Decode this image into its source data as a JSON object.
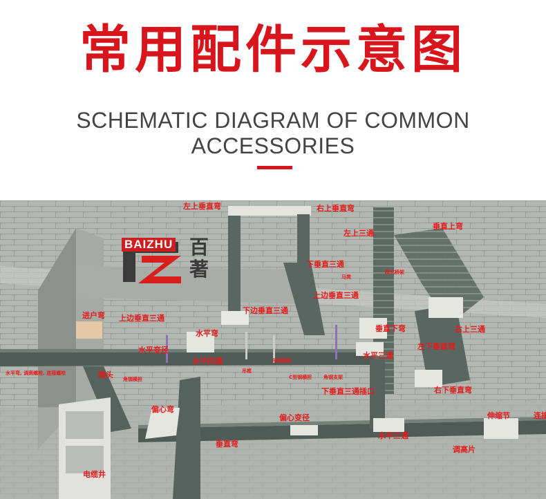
{
  "header": {
    "title": "常用配件示意图",
    "subtitle": "SCHEMATIC DIAGRAM OF COMMON ACCESSORIES",
    "accent_color": "#d8141c"
  },
  "brand": {
    "name_en": "BAIZHU",
    "name_cn": "百著"
  },
  "labels": {
    "top_left_vertical_bend": "左上垂直弯",
    "top_right_vertical_bend": "右上垂直弯",
    "top_left_tee": "左上三通",
    "vertical_up_bend": "垂直上弯",
    "vertical_down_tee": "下垂直三通",
    "horse_stool": "马凳",
    "ladder_tray": "梯式桥架",
    "top_side_vertical_tee": "上边垂直三通",
    "bottom_side_vertical_tee": "下边垂直三通",
    "wall_entry_bend": "进户弯",
    "top_side_vertical_tee_2": "上边垂直三通",
    "horizontal_bend": "水平弯",
    "horizontal_reducer": "水平变径",
    "horizontal_cross": "水平四通",
    "vertical_down_bend": "垂直下弯",
    "top_right_tee": "右上三通",
    "bottom_left_vertical_bend": "左下垂直弯",
    "horizontal_tee": "水平三通",
    "end_cap": "端头",
    "angle_steel_bracket": "角钢横担",
    "hanger": "吊框",
    "c_steel_bracket": "C型钢横担",
    "angle_steel_support": "角钢支架",
    "vertical_down_tee_insert": "下垂直三通插口",
    "bottom_right_vertical_bend": "右下垂直弯",
    "offset_bend": "偏心弯",
    "offset_reducer": "偏心变径",
    "vertical_bend": "垂直弯",
    "horizontal_tee_2": "水平三通",
    "expansion_joint": "伸缩节",
    "adjust_plate": "调高片",
    "cable_shaft": "电缆井",
    "connector": "连接",
    "small_note_1": "水平弯, 调高螺栓, 连接螺栓",
    "small_note_2": "吊框横担",
    "small_note_3": "C型钢横担"
  }
}
